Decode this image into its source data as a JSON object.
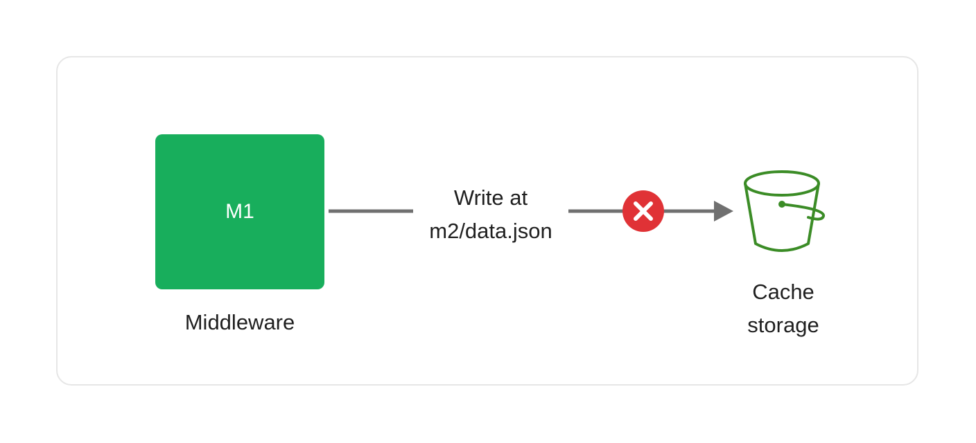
{
  "colors": {
    "node_fill": "#18ae5c",
    "edge": "#707070",
    "error": "#e03236",
    "storage": "#3b8c26",
    "frame_border": "#e6e6e6"
  },
  "source_node": {
    "label": "M1",
    "caption": "Middleware"
  },
  "edge": {
    "label_line1": "Write at",
    "label_line2": "m2/data.json",
    "status_icon": "error-x-icon"
  },
  "target_node": {
    "icon": "bucket-icon",
    "caption_line1": "Cache",
    "caption_line2": "storage"
  }
}
